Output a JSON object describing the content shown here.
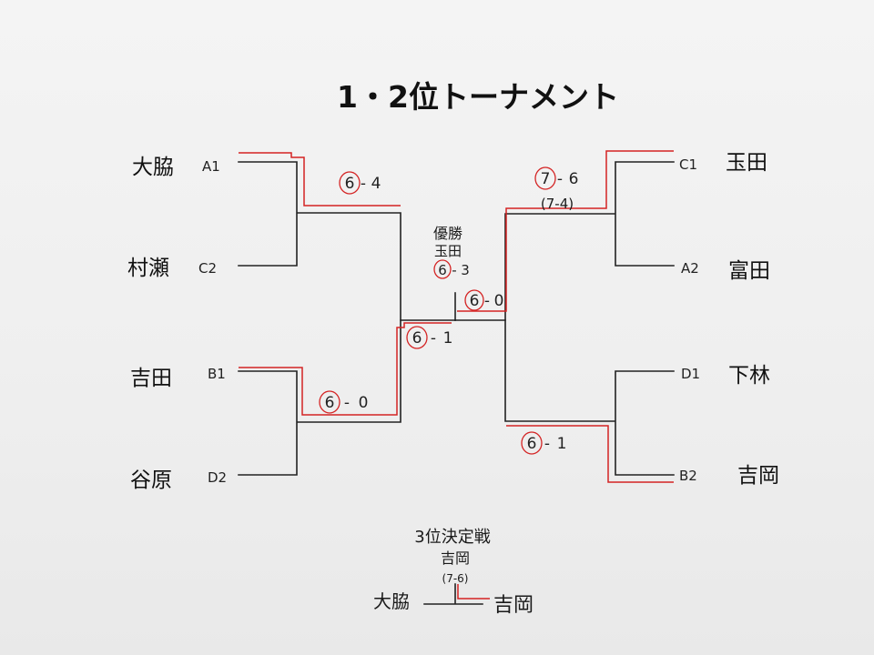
{
  "title": "1・2位トーナメント",
  "left_bracket": {
    "top_pair": [
      {
        "name": "大脇",
        "seed": "A1"
      },
      {
        "name": "村瀬",
        "seed": "C2"
      }
    ],
    "top_score": {
      "winner": "6",
      "sep": "-",
      "loser": "4"
    },
    "bottom_pair": [
      {
        "name": "吉田",
        "seed": "B1"
      },
      {
        "name": "谷原",
        "seed": "D2"
      }
    ],
    "bottom_score": {
      "winner": "6",
      "sep": "-",
      "loser": "0"
    },
    "semi_score": {
      "winner": "6",
      "sep": "-",
      "loser": "1"
    }
  },
  "right_bracket": {
    "top_pair": [
      {
        "name": "玉田",
        "seed": "C1"
      },
      {
        "name": "富田",
        "seed": "A2"
      }
    ],
    "top_score": {
      "winner": "7",
      "sep": "-",
      "loser": "6",
      "tiebreak": "(7-4)"
    },
    "bottom_pair": [
      {
        "name": "下林",
        "seed": "D1"
      },
      {
        "name": "吉岡",
        "seed": "B2"
      }
    ],
    "bottom_score": {
      "winner": "6",
      "sep": "-",
      "loser": "1"
    },
    "semi_score": {
      "winner": "6",
      "sep": "-",
      "loser": "0"
    }
  },
  "final": {
    "label": "優勝",
    "winner": "玉田",
    "score": {
      "winner": "6",
      "sep": "-",
      "loser": "3"
    }
  },
  "third_place": {
    "label": "3位決定戦",
    "winner": "吉岡",
    "score": "(7-6)",
    "left_player": "大脇",
    "right_player": "吉岡"
  },
  "colors": {
    "ink": "#222222",
    "red_pen": "#d42323",
    "paper": "#f1f1f1"
  }
}
